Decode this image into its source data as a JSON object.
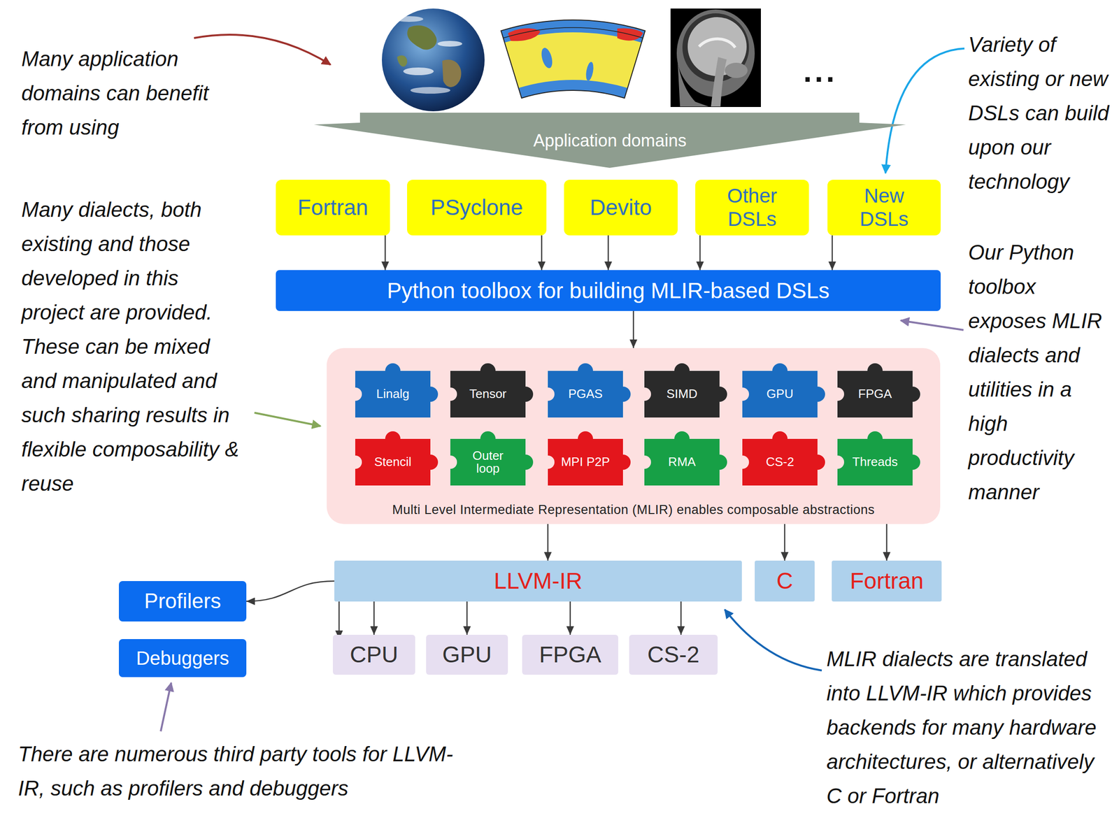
{
  "diagram": {
    "nodes": [
      {
        "text": [
          "Application domains"
        ]
      },
      {
        "text": [
          "Fortran"
        ]
      },
      {
        "text": [
          "PSyclone"
        ]
      },
      {
        "text": [
          "Devito"
        ]
      },
      {
        "text": [
          "Other DSLs"
        ]
      },
      {
        "text": [
          "New DSLs"
        ]
      },
      {
        "text": [
          "Python toolbox for building MLIR-based DSLs"
        ]
      },
      {
        "text": [
          "Multi Level Intermediate Representation (MLIR) enables composable abstractions"
        ]
      },
      {
        "text": [
          "Linalg"
        ],
        "in": 7
      },
      {
        "text": [
          "Tensor"
        ],
        "in": 7
      },
      {
        "text": [
          "PGAS"
        ],
        "in": 7
      },
      {
        "text": [
          "SIMD"
        ],
        "in": 7
      },
      {
        "text": [
          "GPU"
        ],
        "in": 7
      },
      {
        "text": [
          "FPGA"
        ],
        "in": 7
      },
      {
        "text": [
          "Stencil"
        ],
        "in": 7
      },
      {
        "text": [
          "Outer loop"
        ],
        "in": 7
      },
      {
        "text": [
          "MPI P2P"
        ],
        "in": 7
      },
      {
        "text": [
          "RMA"
        ],
        "in": 7
      },
      {
        "text": [
          "CS-2"
        ],
        "in": 7
      },
      {
        "text": [
          "Threads"
        ],
        "in": 7
      },
      {
        "text": [
          "LLVM-IR"
        ]
      },
      {
        "text": [
          "C"
        ]
      },
      {
        "text": [
          "Fortran"
        ]
      },
      {
        "text": [
          "Profilers"
        ]
      },
      {
        "text": [
          "Debuggers"
        ]
      },
      {
        "text": [
          "CPU"
        ]
      },
      {
        "text": [
          "GPU"
        ]
      },
      {
        "text": [
          "FPGA"
        ]
      },
      {
        "text": [
          "CS-2"
        ]
      }
    ],
    "edges": [
      {
        "from": 1,
        "to": 6,
        "arrow": "to"
      },
      {
        "from": 2,
        "to": 6,
        "arrow": "to"
      },
      {
        "from": 3,
        "to": 6,
        "arrow": "to"
      },
      {
        "from": 4,
        "to": 6,
        "arrow": "to"
      },
      {
        "from": 5,
        "to": 6,
        "arrow": "to"
      },
      {
        "from": 6,
        "to": 7,
        "arrow": "to"
      },
      {
        "from": 7,
        "to": 20,
        "arrow": "to"
      },
      {
        "from": 7,
        "to": 21,
        "arrow": "to"
      },
      {
        "from": 7,
        "to": 22,
        "arrow": "to"
      },
      {
        "from": 20,
        "to": 23,
        "arrow": "to"
      },
      {
        "from": 20,
        "to": 24,
        "arrow": "to"
      },
      {
        "from": 20,
        "to": 25,
        "arrow": "to"
      },
      {
        "from": 20,
        "to": 26,
        "arrow": "to"
      },
      {
        "from": 20,
        "to": 27,
        "arrow": "to"
      },
      {
        "from": 20,
        "to": 28,
        "arrow": "to"
      }
    ],
    "labels": [
      "Many application domains can benefit from using",
      "...",
      "Variety of existing or new DSLs can build upon our technology",
      "Many dialects, both existing and those developed in this project are provided. These can be mixed and manipulated and such sharing results in flexible composability & reuse",
      "Our Python toolbox exposes MLIR dialects and utilities in a high productivity manner",
      "MLIR dialects are translated into LLVM-IR which provides backends for many hardware architectures, or alternatively C or Fortran",
      "There are numerous third party tools for LLVM-IR, such as profilers and debuggers"
    ]
  }
}
